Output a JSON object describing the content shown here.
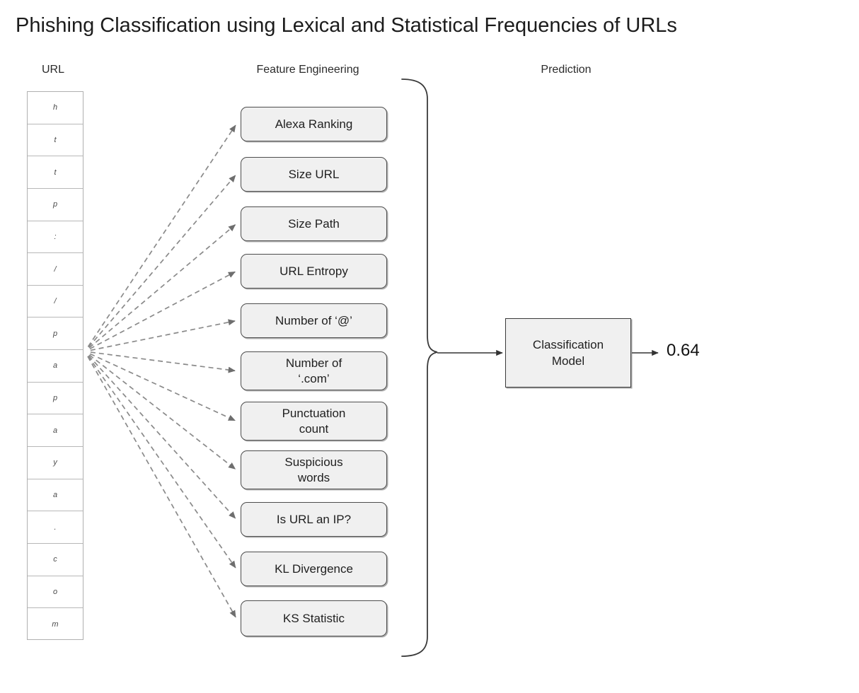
{
  "page": {
    "title": "Phishing Classification using Lexical and Statistical Frequencies of URLs",
    "background_color": "#ffffff"
  },
  "columns": {
    "url_header": "URL",
    "feature_header": "Feature Engineering",
    "prediction_header": "Prediction"
  },
  "url_input": {
    "label": "URL",
    "full_text": "http://papaya.com",
    "characters": [
      "h",
      "t",
      "t",
      "p",
      ":",
      "/",
      "/",
      "p",
      "a",
      "p",
      "a",
      "y",
      "a",
      ".",
      "c",
      "o",
      "m"
    ]
  },
  "features": [
    {
      "label": "Alexa Ranking",
      "lines": [
        "Alexa Ranking"
      ]
    },
    {
      "label": "Size URL",
      "lines": [
        "Size URL"
      ]
    },
    {
      "label": "Size Path",
      "lines": [
        "Size Path"
      ]
    },
    {
      "label": "URL Entropy",
      "lines": [
        "URL Entropy"
      ]
    },
    {
      "label": "Number of  ‘@’",
      "lines": [
        "Number of  ‘@’"
      ]
    },
    {
      "label": "Number of ‘.com’",
      "lines": [
        "Number of",
        "‘.com’"
      ]
    },
    {
      "label": "Punctuation count",
      "lines": [
        "Punctuation",
        "count"
      ]
    },
    {
      "label": "Suspicious words",
      "lines": [
        "Suspicious",
        "words"
      ]
    },
    {
      "label": "Is URL an IP?",
      "lines": [
        "Is URL an IP?"
      ]
    },
    {
      "label": "KL Divergence",
      "lines": [
        "KL Divergence"
      ]
    },
    {
      "label": "KS Statistic",
      "lines": [
        "KS Statistic"
      ]
    }
  ],
  "model": {
    "label": "Classification Model",
    "lines": [
      "Classification",
      "Model"
    ]
  },
  "prediction": {
    "value": "0.64"
  },
  "colors": {
    "box_fill": "#f0f0f0",
    "box_stroke": "#4d4d4d",
    "dashed_arrow": "#808080",
    "solid_arrow": "#333333",
    "text": "#1f1f1f",
    "cell_border": "#b8b8b8"
  }
}
